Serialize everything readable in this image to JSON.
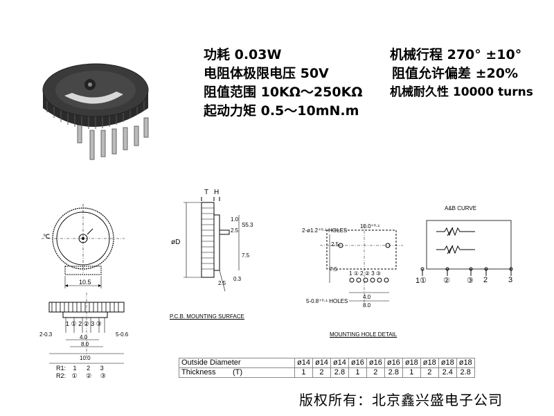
{
  "specs": {
    "power": "功耗 0.03W",
    "voltage": "电阻体极限电压 50V",
    "range": "阻值范围 10KΩ～250KΩ",
    "torque": "起动力矩  0.5～10mN.m",
    "travel": "机械行程 270°  ±10°",
    "tolerance": "阻值允许偏差 ±20%",
    "durability": "机械耐久性 10000 turns"
  },
  "front_view": {
    "dim_width": "10.5",
    "center_mark": "℃"
  },
  "side_view": {
    "label_t": "T",
    "label_h": "H",
    "dim_d": "øD",
    "dim_1": "1.0",
    "dim_2": "2.5",
    "dim_3": "S5.3",
    "dim_4": "7.5",
    "dim_5": "2.5",
    "dim_6": "0.3",
    "pcb_label": "P.C.B.  MOUNTING SURFACE"
  },
  "bottom_view": {
    "left_label": "2-0.3",
    "right_label": "5-0.6",
    "dim_a": "4.0",
    "dim_b": "8.0",
    "dim_c": "10.0",
    "r1_label": "R1:",
    "r1_pins": [
      "1",
      "2",
      "3"
    ],
    "r2_label": "R2:",
    "r2_pins": [
      "①",
      "②",
      "③"
    ],
    "pin_row": [
      "1",
      "①",
      "2",
      "②",
      "3",
      "③"
    ]
  },
  "mounting": {
    "holes_top": "2-ø1.2⁺⁰·¹ HOLES",
    "dim_top": "10.0⁺⁰·¹",
    "dim_side1": "2.5",
    "dim_side2": "7.5",
    "holes_bottom": "5-0.8⁺⁰·¹ HOLES",
    "dim_b1": "4.0",
    "dim_b2": "8.0",
    "pins": [
      "1",
      "①",
      "2",
      "②",
      "3",
      "③"
    ],
    "title": "MOUNTING HOLE DETAIL"
  },
  "curve": {
    "title": "A&B CURVE",
    "pins": [
      "1①",
      "②",
      "③",
      "2",
      "3"
    ]
  },
  "sizes_table": {
    "row1_label": "Outside Diameter",
    "row1": [
      "ø14",
      "ø14",
      "ø14",
      "ø16",
      "ø16",
      "ø16",
      "ø18",
      "ø18",
      "ø18",
      "ø18"
    ],
    "row2_label": "Thickness        (T)",
    "row2": [
      "1",
      "2",
      "2.8",
      "1",
      "2",
      "2.8",
      "1",
      "2",
      "2.4",
      "2.8"
    ]
  },
  "copyright": "版权所有：北京鑫兴盛电子公司"
}
